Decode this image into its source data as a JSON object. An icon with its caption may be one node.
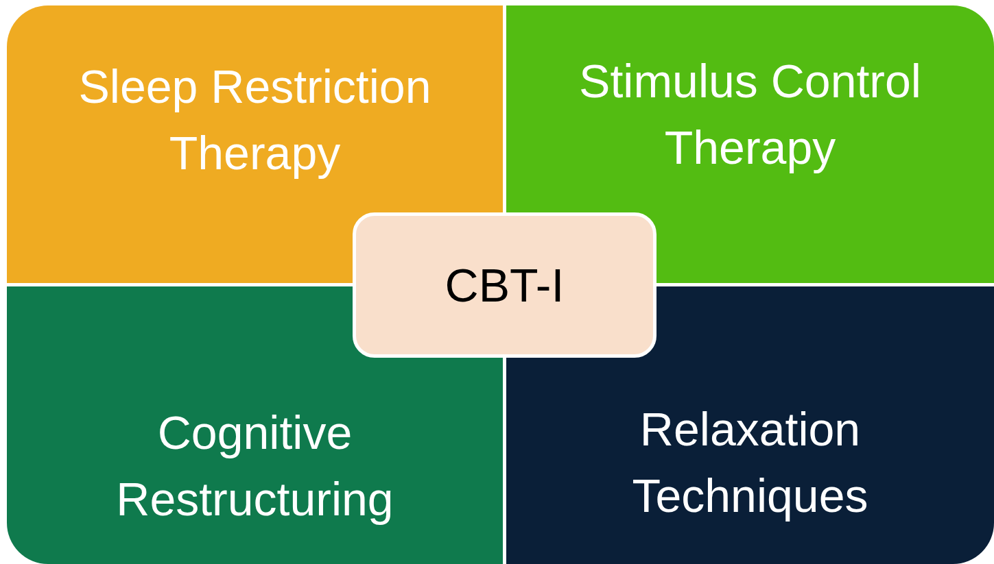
{
  "diagram": {
    "nodes": [
      {
        "text": [
          "Sleep Restriction Therapy"
        ]
      },
      {
        "text": [
          "Stimulus Control Therapy"
        ]
      },
      {
        "text": [
          "CBT-I"
        ]
      },
      {
        "text": [
          "Cognitive Restructuring"
        ]
      },
      {
        "text": [
          "Relaxation Techniques"
        ]
      }
    ]
  }
}
